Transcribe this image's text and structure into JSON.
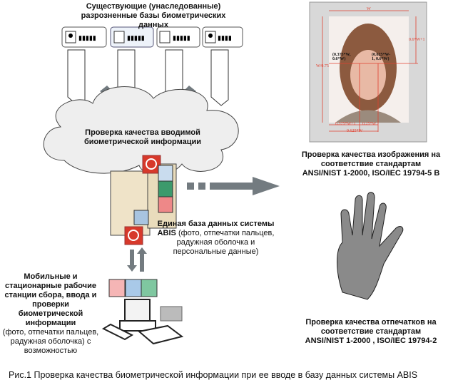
{
  "legacy_db": {
    "title_line1": "Существующие (унаследованные)",
    "title_line2": "разрозненные базы биометрических данных"
  },
  "cloud": {
    "line1": "Проверка качества вводимой",
    "line2": "биометрической информации"
  },
  "abis": {
    "bold": "Единая база данных системы",
    "bold2": "ABIS",
    "rest1": "(фото, отпечатки пальцев,",
    "rest2": "радужная оболочка и",
    "rest3": "персональные данные)"
  },
  "workstation": {
    "l1": "Мобильные и",
    "l2": "стационарные рабочие",
    "l3": "станции сбора, ввода и",
    "l4": "проверки биометрической",
    "l5": "информации",
    "n1": "(фото, отпечатки пальцев,",
    "n2": "радужная оболочка) с",
    "n3": "возможностью"
  },
  "photo": {
    "w": "W",
    "h": "W/0.75",
    "top": "0.6*W+1",
    "left_eye": "(0.375*W, 0.6*W)",
    "right_eye": "(0.625*W-1, 0.6*W)",
    "b1": "0.375*W+1",
    "b2": "0.25*W",
    "b3": "0.625*W"
  },
  "photo_check": {
    "l1": "Проверка качества изображения на",
    "l2": "соответствие стандартам",
    "l3": "ANSI/NIST 1-2000,  ISO/IEC 19794-5 B"
  },
  "print_check": {
    "l1": "Проверка качества отпечатков на",
    "l2": "соответствие стандартам",
    "l3": "ANSI/NIST 1-2000 ,  ISO/IEC 19794-2"
  },
  "caption": "Рис.1    Проверка качества биометрической информации при ее вводе в базу данных системы ABIS",
  "colors": {
    "arrow": "#737b80",
    "red": "#e05040",
    "dim": "#e04030",
    "panel": "#d8d8d8"
  }
}
